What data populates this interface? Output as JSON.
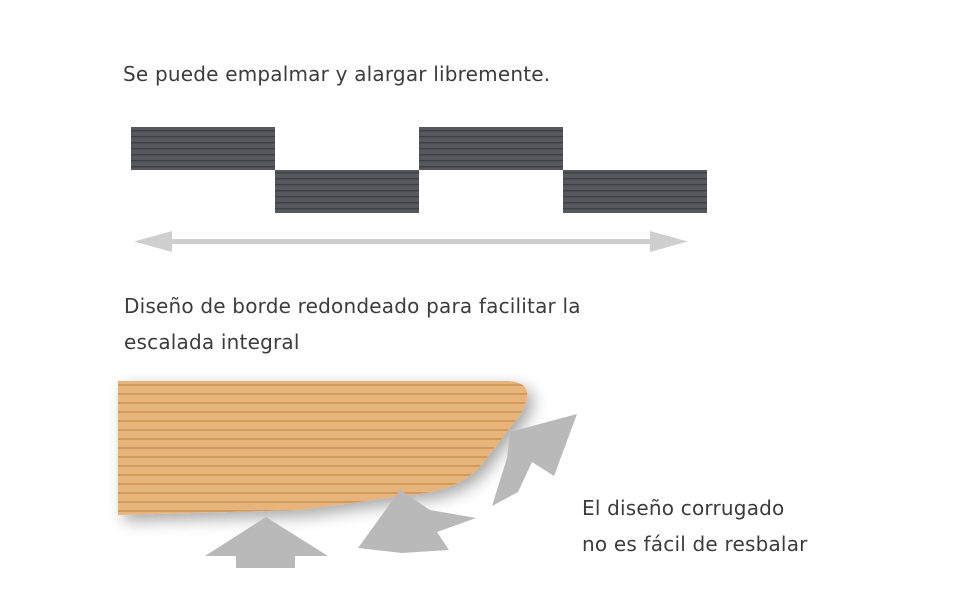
{
  "texts": {
    "extend": "Se puede empalmar y alargar libremente.",
    "rounded_line1": "Diseño de borde redondeado para facilitar la",
    "rounded_line2": "escalada integral",
    "corrugated_line1": "El diseño corrugado",
    "corrugated_line2": "no es fácil de resbalar"
  },
  "colors": {
    "strip": "#56585e",
    "strip_groove": "#3e4045",
    "arrow": "#cfcfcf",
    "wood": "#e7b47c",
    "wood_groove": "#d49a5c",
    "push_arrow": "#b9b9b9"
  },
  "icons": [
    "double-arrow-icon",
    "up-arrow-icon"
  ]
}
